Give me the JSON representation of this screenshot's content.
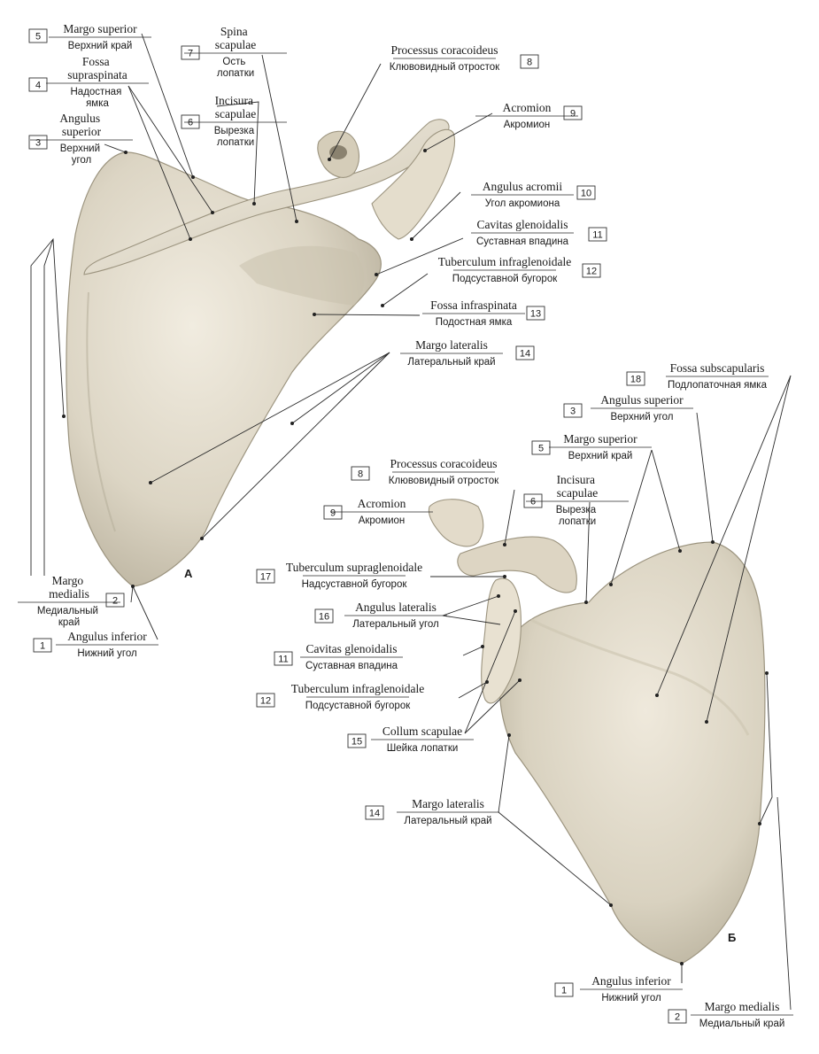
{
  "panels": {
    "a": "А",
    "b": "Б"
  },
  "labels_a": [
    {
      "num": "5",
      "latin": "Margo superior",
      "ru": "Верхний край"
    },
    {
      "num": "7",
      "latin": "Spina scapulae",
      "ru": "Ость лопатки"
    },
    {
      "num": "8",
      "latin": "Processus coracoideus",
      "ru": "Клювовидный отросток"
    },
    {
      "num": "4",
      "latin": "Fossa supraspinata",
      "ru": "Надостная ямка"
    },
    {
      "num": "6",
      "latin": "Incisura scapulae",
      "ru": "Вырезка лопатки"
    },
    {
      "num": "9",
      "latin": "Acromion",
      "ru": "Акромион"
    },
    {
      "num": "3",
      "latin": "Angulus superior",
      "ru": "Верхний угол"
    },
    {
      "num": "10",
      "latin": "Angulus acromii",
      "ru": "Угол акромиона"
    },
    {
      "num": "11",
      "latin": "Cavitas glenoidalis",
      "ru": "Суставная впадина"
    },
    {
      "num": "12",
      "latin": "Tuberculum infraglenoidale",
      "ru": "Подсуставной бугорок"
    },
    {
      "num": "13",
      "latin": "Fossa infraspinata",
      "ru": "Подостная ямка"
    },
    {
      "num": "14",
      "latin": "Margo lateralis",
      "ru": "Латеральный край"
    },
    {
      "num": "2",
      "latin": "Margo medialis",
      "ru": "Медиальный край"
    },
    {
      "num": "1",
      "latin": "Angulus inferior",
      "ru": "Нижний угол"
    }
  ],
  "labels_b": [
    {
      "num": "18",
      "latin": "Fossa subscapularis",
      "ru": "Подлопаточная ямка"
    },
    {
      "num": "3",
      "latin": "Angulus superior",
      "ru": "Верхний угол"
    },
    {
      "num": "5",
      "latin": "Margo superior",
      "ru": "Верхний край"
    },
    {
      "num": "8",
      "latin": "Processus coracoideus",
      "ru": "Клювовидный отросток"
    },
    {
      "num": "6",
      "latin": "Incisura scapulae",
      "ru": "Вырезка лопатки"
    },
    {
      "num": "9",
      "latin": "Acromion",
      "ru": "Акромион"
    },
    {
      "num": "17",
      "latin": "Tuberculum supraglenoidale",
      "ru": "Надсуставной бугорок"
    },
    {
      "num": "16",
      "latin": "Angulus lateralis",
      "ru": "Латеральный угол"
    },
    {
      "num": "11",
      "latin": "Cavitas glenoidalis",
      "ru": "Суставная впадина"
    },
    {
      "num": "12",
      "latin": "Tuberculum infraglenoidale",
      "ru": "Подсуставной бугорок"
    },
    {
      "num": "15",
      "latin": "Collum scapulae",
      "ru": "Шейка лопатки"
    },
    {
      "num": "14",
      "latin": "Margo lateralis",
      "ru": "Латеральный край"
    },
    {
      "num": "1",
      "latin": "Angulus inferior",
      "ru": "Нижний угол"
    },
    {
      "num": "2",
      "latin": "Margo medialis",
      "ru": "Медиальный край"
    }
  ]
}
